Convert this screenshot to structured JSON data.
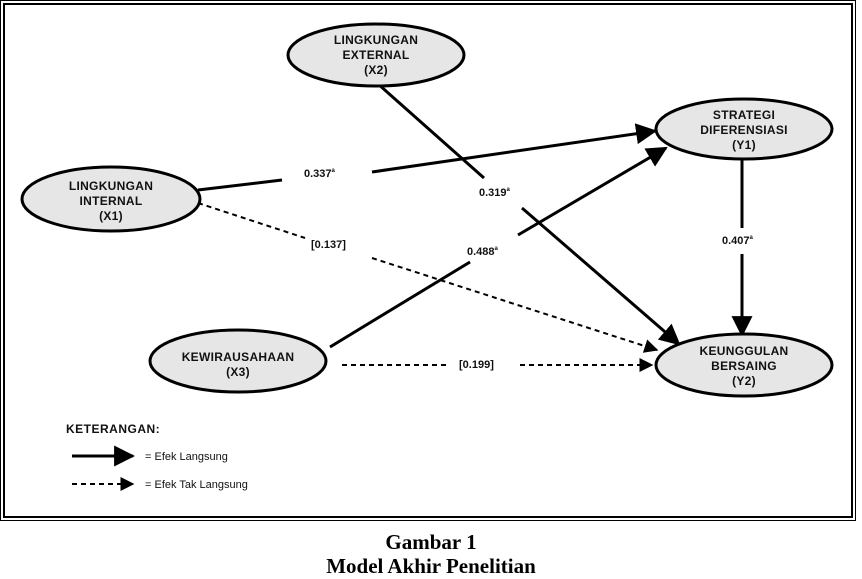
{
  "nodes": {
    "x2": {
      "line1": "LINGKUNGAN",
      "line2": "EXTERNAL",
      "code": "(X2)"
    },
    "x1": {
      "line1": "LINGKUNGAN",
      "line2": "INTERNAL",
      "code": "(X1)"
    },
    "x3": {
      "line1": "KEWIRAUSAHAAN",
      "code": "(X3)"
    },
    "y1": {
      "line1": "STRATEGI",
      "line2": "DIFERENSIASI",
      "code": "(Y1)"
    },
    "y2": {
      "line1": "KEUNGGULAN",
      "line2": "BERSAING",
      "code": "(Y2)"
    }
  },
  "edges": {
    "x1_y1": {
      "value": "0.337",
      "sup": "a"
    },
    "x2_y2": {
      "value": "0.319",
      "sup": "a"
    },
    "x1_y2": {
      "value": "[0.137]"
    },
    "x3_y1": {
      "value": "0.488",
      "sup": "a"
    },
    "y1_y2": {
      "value": "0.407",
      "sup": "a"
    },
    "x3_y2": {
      "value": "[0.199]"
    }
  },
  "legend": {
    "title": "KETERANGAN:",
    "direct": "= Efek Langsung",
    "indirect": "= Efek Tak Langsung"
  },
  "caption": {
    "line1": "Gambar 1",
    "line2": "Model Akhir Penelitian"
  }
}
